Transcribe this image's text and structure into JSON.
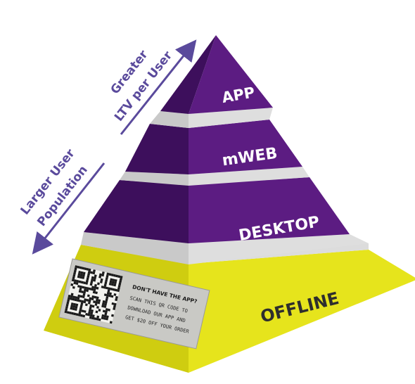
{
  "tiers": [
    {
      "label": "APP"
    },
    {
      "label": "mWEB"
    },
    {
      "label": "DESKTOP"
    },
    {
      "label": "OFFLINE"
    }
  ],
  "arrows": {
    "up": {
      "line1": "Greater",
      "line2": "LTV per User"
    },
    "down": {
      "line1": "Larger User",
      "line2": "Population"
    }
  },
  "qr_card": {
    "title": "DON'T HAVE THE APP?",
    "lines": [
      "SCAN THIS QR CODE TO",
      "DOWNLOAD OUR APP AND",
      "GET $20 OFF YOUR ORDER"
    ]
  },
  "colors": {
    "purple_front": "#5c1c82",
    "purple_side": "#3d0f5c",
    "gray_front": "#d6d6d6",
    "gray_side": "#b8b8b8",
    "yellow_front": "#e6e41c",
    "yellow_side": "#cfcd10",
    "arrow": "#5a4a9c"
  }
}
